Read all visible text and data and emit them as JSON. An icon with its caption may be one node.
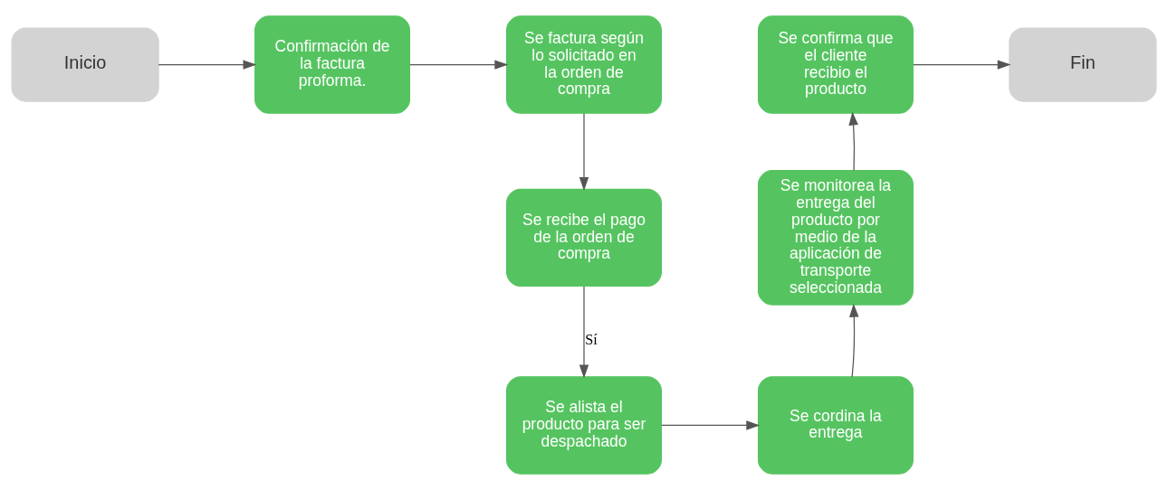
{
  "diagram": {
    "nodes": [
      {
        "text": [
          "Inicio"
        ]
      },
      {
        "text": [
          "Confirmación de la factura proforma."
        ]
      },
      {
        "text": [
          "Se factura según lo solicitado en la orden de compra"
        ]
      },
      {
        "text": [
          "Se recibe el pago de la orden de compra"
        ]
      },
      {
        "text": [
          "Se alista el producto para ser despachado"
        ]
      },
      {
        "text": [
          "Se cordina la entrega"
        ]
      },
      {
        "text": [
          "Se monitorea la entrega del producto por medio de la aplicación de transporte seleccionada"
        ]
      },
      {
        "text": [
          "Se confirma que el cliente recibio el producto"
        ]
      },
      {
        "text": [
          "Fin"
        ]
      }
    ],
    "edges": [
      {
        "from": 0,
        "to": 1,
        "arrow": "to"
      },
      {
        "from": 1,
        "to": 2,
        "arrow": "to"
      },
      {
        "from": 2,
        "to": 3,
        "arrow": "to"
      },
      {
        "from": 3,
        "to": 4,
        "arrow": "to",
        "label": "Sí"
      },
      {
        "from": 4,
        "to": 5,
        "arrow": "to"
      },
      {
        "from": 5,
        "to": 6,
        "arrow": "to"
      },
      {
        "from": 6,
        "to": 7,
        "arrow": "to"
      },
      {
        "from": 7,
        "to": 8,
        "arrow": "to"
      }
    ]
  }
}
